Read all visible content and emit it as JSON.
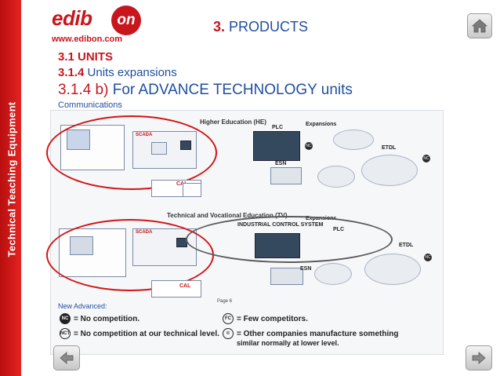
{
  "side_label": "Technical Teaching Equipment",
  "logo": {
    "text": "edib",
    "circle": "on",
    "url": "www.edibon.com"
  },
  "header": {
    "number": "3.",
    "title": "PRODUCTS"
  },
  "titles": {
    "units": "3.1 UNITS",
    "expansions_num": "3.1.4",
    "expansions_text": "Units expansions",
    "advanced_num": "3.1.4 b)",
    "advanced_text": "For ADVANCE TECHNOLOGY units",
    "communications": "Communications"
  },
  "diagram": {
    "he_label": "Higher Education (HE)",
    "tv_label": "Technical and Vocational Education (TV)",
    "expansions": "Expansions",
    "plc": "PLC",
    "esn": "ESN",
    "etdl": "ETDL",
    "cal": "CAL",
    "ics": "INDUSTRIAL CONTROL SYSTEM",
    "scada": "SCADA",
    "page": "Page 6"
  },
  "legend": {
    "title": "New Advanced:",
    "nc": "= No competition.",
    "nc_badge": "NC",
    "nct": "= No competition at our technical level.",
    "nct_badge": "NCT",
    "fc": "= Few competitors.",
    "fc_badge": "FC",
    "oc_line1": "= Other companies manufacture something",
    "oc_line2": "similar normally at lower level.",
    "oc_badge": "©"
  },
  "colors": {
    "brand_red": "#c7161d",
    "brand_blue": "#1f4e9e",
    "ellipse_red": "#d21414"
  },
  "icons": {
    "home": "home-icon",
    "back": "arrow-left-icon",
    "forward": "arrow-right-icon"
  }
}
